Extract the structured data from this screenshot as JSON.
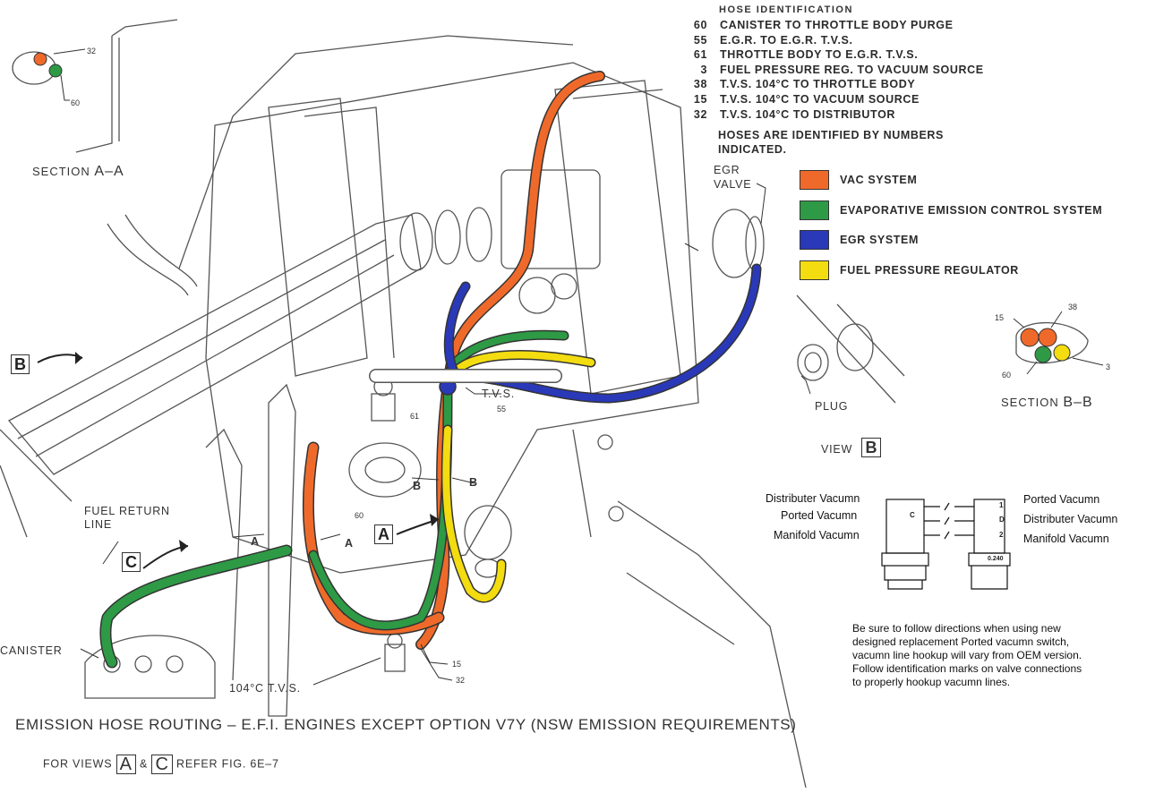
{
  "hose_identification": {
    "title": "HOSE IDENTIFICATION",
    "rows": [
      {
        "num": "60",
        "desc": "CANISTER TO THROTTLE BODY PURGE"
      },
      {
        "num": "55",
        "desc": "E.G.R. TO E.G.R. T.V.S."
      },
      {
        "num": "61",
        "desc": "THROTTLE BODY TO E.G.R. T.V.S."
      },
      {
        "num": "3",
        "desc": "FUEL PRESSURE REG. TO VACUUM SOURCE"
      },
      {
        "num": "38",
        "desc": "T.V.S. 104°C TO THROTTLE BODY"
      },
      {
        "num": "15",
        "desc": "T.V.S. 104°C TO VACUUM SOURCE"
      },
      {
        "num": "32",
        "desc": "T.V.S. 104°C TO DISTRIBUTOR"
      }
    ],
    "note_line1": "HOSES ARE IDENTIFIED BY NUMBERS",
    "note_line2": "INDICATED."
  },
  "legend": [
    {
      "label": "VAC SYSTEM",
      "color": "#ef6a2a"
    },
    {
      "label": "EVAPORATIVE EMISSION CONTROL SYSTEM",
      "color": "#2e9a45"
    },
    {
      "label": "EGR SYSTEM",
      "color": "#2a39b8"
    },
    {
      "label": "FUEL PRESSURE REGULATOR",
      "color": "#f3dc10"
    }
  ],
  "labels": {
    "egr_valve_1": "EGR",
    "egr_valve_2": "VALVE",
    "plug": "PLUG",
    "view_b_prefix": "VIEW",
    "view_b_letter": "B",
    "section_aa_prefix": "SECTION",
    "section_aa_letters": "A–A",
    "section_bb_prefix": "SECTION",
    "section_bb_letters": "B–B",
    "tvs": "T.V.S.",
    "tvs_104": "104°C T.V.S.",
    "fuel_return_1": "FUEL RETURN",
    "fuel_return_2": "LINE",
    "canister": "CANISTER",
    "box_b": "B",
    "box_c": "C",
    "box_a": "A",
    "cut_a": "A",
    "cut_b": "B",
    "n60": "60",
    "n55": "55",
    "n61": "61",
    "n3": "3",
    "n38": "38",
    "n15": "15",
    "n32": "32"
  },
  "switch_diagram": {
    "distributer_vacumn_left": "Distributer Vacumn",
    "ported_vacumn_left": "Ported Vacumn",
    "manifold_vacumn_left": "Manifold Vacumn",
    "ported_vacumn_right": "Ported Vacumn",
    "distributer_vacumn_right": "Distributer Vacumn",
    "manifold_vacumn_right": "Manifold Vacumn",
    "port_c": "C",
    "port_1": "1",
    "port_d": "D",
    "port_2": "2",
    "rating": "0.240"
  },
  "instructions": [
    "Be sure to follow directions when using new",
    "designed replacement Ported vacumn switch,",
    "vacumn line hookup will vary from OEM version.",
    "Follow identification marks on valve connections",
    "to properly hookup vacumn lines."
  ],
  "caption": "EMISSION HOSE ROUTING – E.F.I. ENGINES EXCEPT OPTION V7Y (NSW EMISSION REQUIREMENTS)",
  "footer": {
    "prefix": "FOR VIEWS",
    "view_a": "A",
    "amp": "&",
    "view_c": "C",
    "suffix": "REFER FIG. 6E–7"
  }
}
